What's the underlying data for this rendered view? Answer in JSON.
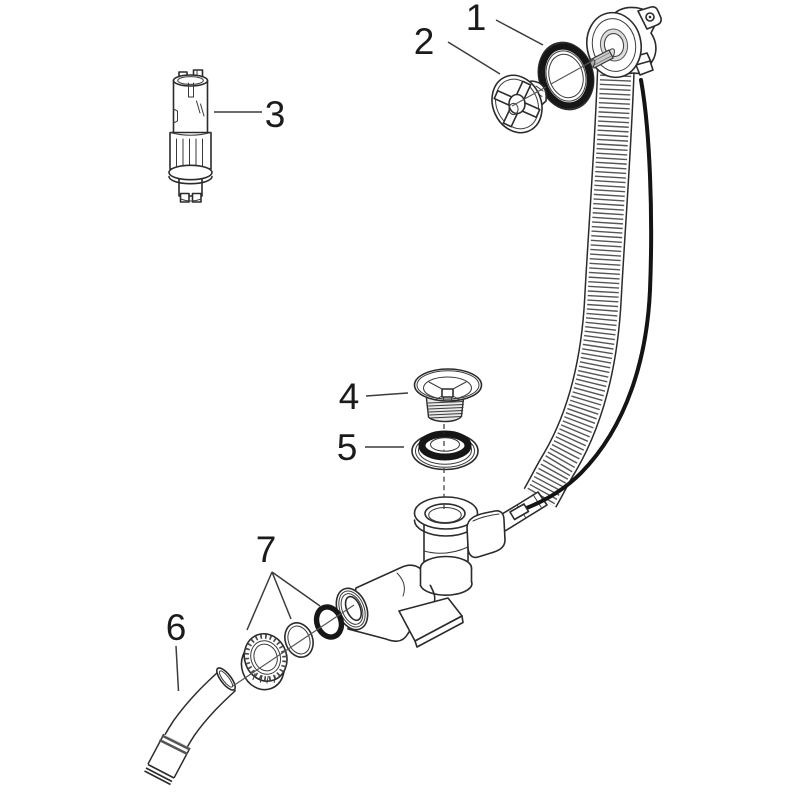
{
  "figure": {
    "type": "exploded-parts-diagram",
    "subject": "bathtub-waste-and-overflow-set",
    "background_color": "#ffffff",
    "line_color": "#2b2b2b",
    "black_part_color": "#161616",
    "shade_color": "#c9c9c9"
  },
  "labels": [
    {
      "number": "1",
      "part": "overflow-seal-ring"
    },
    {
      "number": "2",
      "part": "overflow-rosette"
    },
    {
      "number": "3",
      "part": "plug-cartridge"
    },
    {
      "number": "4",
      "part": "waste-strainer-flange"
    },
    {
      "number": "5",
      "part": "waste-seal-ring"
    },
    {
      "number": "6",
      "part": "outlet-bend-pipe"
    },
    {
      "number": "7",
      "part": "connection-set"
    }
  ]
}
